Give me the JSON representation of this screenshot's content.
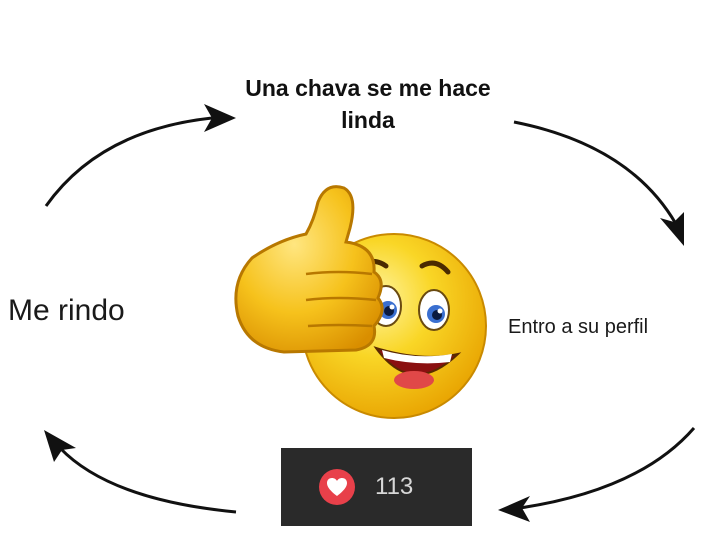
{
  "steps": {
    "top": "Una chava se me hace linda",
    "right": "Entro a su perfil",
    "left": "Me rindo"
  },
  "like_badge": {
    "icon": "heart-icon",
    "count": "113",
    "background": "#2a2a2a",
    "heart_color": "#e8404a"
  },
  "emoji": {
    "icon": "thumbs-up-smiley-icon",
    "color": "#f5c518"
  }
}
